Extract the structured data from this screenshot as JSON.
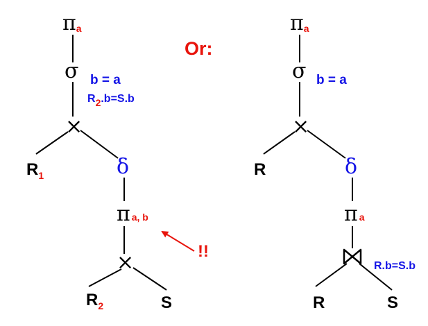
{
  "colors": {
    "ink": "#000000",
    "red": "#e8140c",
    "blue": "#1414e6"
  },
  "heading": "Or:",
  "left_tree": {
    "root": {
      "symbol": "π",
      "sub": "a"
    },
    "select": {
      "symbol": "σ",
      "condition": "b = a"
    },
    "select_condition2": {
      "r": "R",
      "sub": "2",
      "rest": ".b=S.b"
    },
    "join": {
      "symbol": "×"
    },
    "r1": {
      "label": "R",
      "sub": "1"
    },
    "delta": {
      "symbol": "δ"
    },
    "project": {
      "symbol": "π",
      "sub": "a, b"
    },
    "annotation": "!!",
    "bottom_join": {
      "symbol": "×"
    },
    "r2": {
      "label": "R",
      "sub": "2"
    },
    "s": {
      "label": "S"
    }
  },
  "right_tree": {
    "root": {
      "symbol": "π",
      "sub": "a"
    },
    "select": {
      "symbol": "σ",
      "condition": "b = a"
    },
    "join": {
      "symbol": "×"
    },
    "r": {
      "label": "R"
    },
    "delta": {
      "symbol": "δ"
    },
    "project": {
      "symbol": "π",
      "sub": "a"
    },
    "bottom_join": {
      "symbol": "⋈",
      "condition": "R.b=S.b"
    },
    "r2": {
      "label": "R"
    },
    "s": {
      "label": "S"
    }
  }
}
